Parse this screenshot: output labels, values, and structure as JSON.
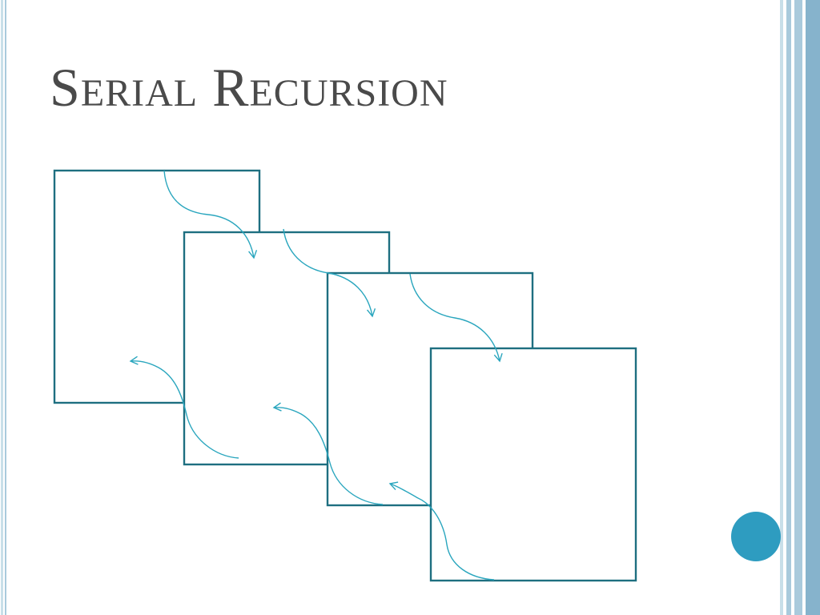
{
  "slide": {
    "title": "Serial Recursion"
  },
  "theme": {
    "title_color": "#4a4a4a",
    "frame_stroke": "#1e6f80",
    "arrow_stroke": "#2aa6be",
    "border_light": "#c8dfe9",
    "border_mid": "#a9cadc",
    "border_dark": "#86b3cc",
    "dot_color": "#2e9cc0"
  },
  "diagram": {
    "frames": [
      "frame-1",
      "frame-2",
      "frame-3",
      "frame-4"
    ],
    "call_arrows": [
      "call-1-2",
      "call-2-3",
      "call-3-4"
    ],
    "return_arrows": [
      "return-4-3",
      "return-3-2",
      "return-2-1"
    ]
  }
}
